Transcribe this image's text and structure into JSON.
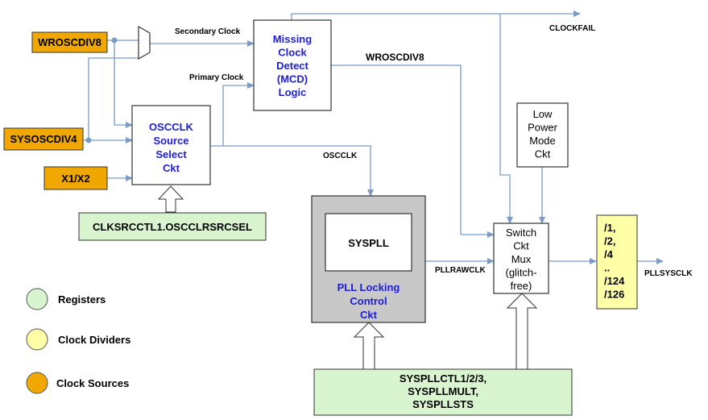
{
  "colors": {
    "register_fill": "#d9f5d0",
    "divider_fill": "#ffffa8",
    "source_fill": "#f0a800",
    "wire": "#7a9cc6",
    "blue_text": "#1d1dd6",
    "pll_outer": "#c8c8c8"
  },
  "sources": {
    "wroscdiv8": "WROSCDIV8",
    "sysoscdiv4": "SYSOSCDIV4",
    "x1x2": "X1/X2"
  },
  "signals": {
    "secondary_clock": "Secondary Clock",
    "primary_clock": "Primary Clock",
    "clockfail": "CLOCKFAIL",
    "wroscdiv8": "WROSCDIV8",
    "oscclk": "OSCCLK",
    "pllrawclk": "PLLRAWCLK",
    "pllsysclk": "PLLSYSCLK"
  },
  "blocks": {
    "mcd": [
      "Missing",
      "Clock",
      "Detect",
      "(MCD)",
      "Logic"
    ],
    "oscclk_select": [
      "OSCCLK",
      "Source",
      "Select",
      "Ckt"
    ],
    "low_power": [
      "Low",
      "Power",
      "Mode",
      "Ckt"
    ],
    "syspll": "SYSPLL",
    "pll_locking": [
      "PLL Locking",
      "Control",
      "Ckt"
    ],
    "switch_mux": [
      "Switch",
      "Ckt",
      "Mux",
      "(glitch-",
      "free)"
    ],
    "dividers": [
      "/1,",
      "/2,",
      "/4",
      "..",
      "/124",
      "/126"
    ]
  },
  "registers": {
    "clksrcctl1": "CLKSRCCTL1.OSCCLRSRCSEL",
    "syspll_regs": [
      "SYSPLLCTL1/2/3,",
      "SYSPLLMULT,",
      "SYSPLLSTS"
    ]
  },
  "legend": [
    {
      "label": "Registers",
      "kind": "register"
    },
    {
      "label": "Clock Dividers",
      "kind": "divider"
    },
    {
      "label": "Clock Sources",
      "kind": "source"
    }
  ]
}
